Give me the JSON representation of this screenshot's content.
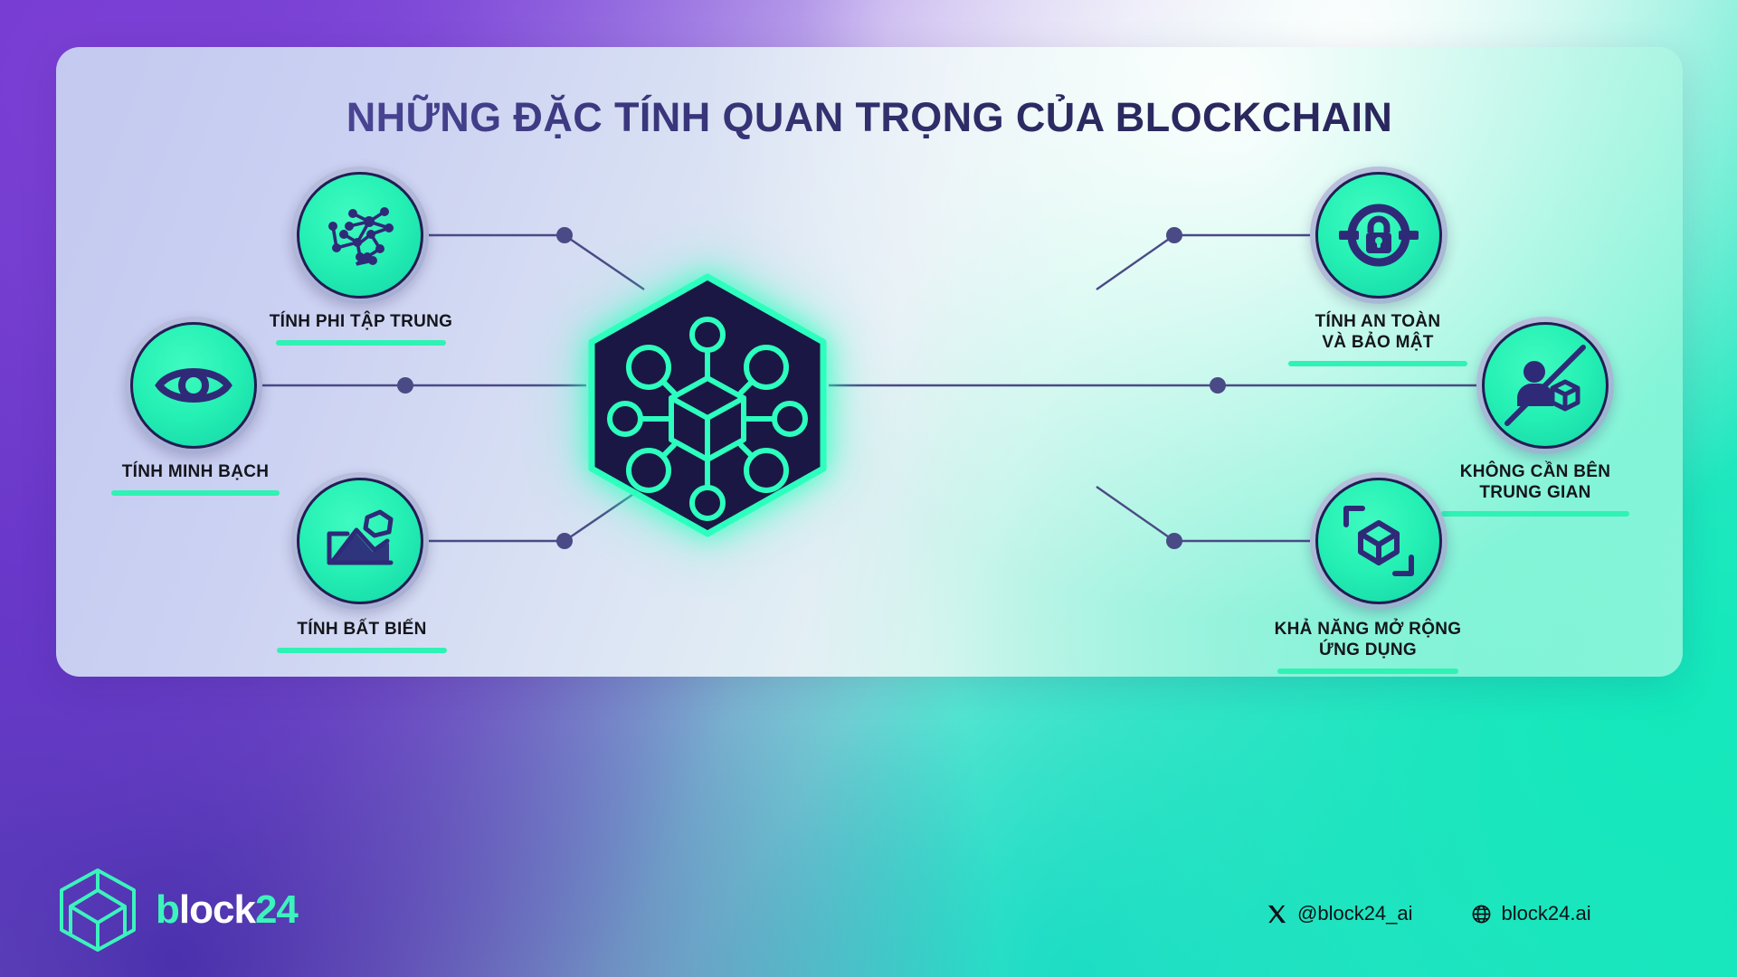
{
  "page": {
    "title": "NHỮNG ĐẶC TÍNH QUAN TRỌNG CỦA BLOCKCHAIN",
    "accent_green": "#2ff2b4",
    "dark_navy": "#2b2573",
    "title_color": "#3b3578"
  },
  "center": {
    "icon": "blockchain-network-cube-hexagon",
    "fill": "#1b1744",
    "border": "#2dffbe"
  },
  "features": [
    {
      "id": "decentralization",
      "icon": "network-nodes-icon",
      "label": "TÍNH PHI TẬP TRUNG",
      "lines": [
        "TÍNH PHI TẬP TRUNG"
      ]
    },
    {
      "id": "transparency",
      "icon": "eye-icon",
      "label": "TÍNH MINH BẠCH",
      "lines": [
        "TÍNH MINH BẠCH"
      ]
    },
    {
      "id": "immutability",
      "icon": "layers-mountain-icon",
      "label": "TÍNH BẤT BIẾN",
      "lines": [
        "TÍNH BẤT BIẾN"
      ]
    },
    {
      "id": "security",
      "icon": "lock-circle-icon",
      "label": "TÍNH AN TOÀN VÀ BẢO MẬT",
      "lines": [
        "TÍNH AN TOÀN",
        "VÀ BẢO MẬT"
      ]
    },
    {
      "id": "no-intermediary",
      "icon": "no-middleman-icon",
      "label": "KHÔNG CẦN BÊN TRUNG GIAN",
      "lines": [
        "KHÔNG CẦN BÊN",
        "TRUNG GIAN"
      ]
    },
    {
      "id": "scalability",
      "icon": "scale-cube-icon",
      "label": "KHẢ NĂNG MỞ RỘNG ỨNG DỤNG",
      "lines": [
        "KHẢ NĂNG MỞ RỘNG",
        "ỨNG DỤNG"
      ]
    }
  ],
  "footer": {
    "logo": {
      "icon": "hexagon-cube-logo-icon",
      "part_green": "b",
      "part_white": "lock",
      "part_accent": "24"
    },
    "twitter": {
      "icon": "x-twitter-icon",
      "handle": "@block24_ai"
    },
    "website": {
      "icon": "globe-icon",
      "url": "block24.ai"
    }
  }
}
